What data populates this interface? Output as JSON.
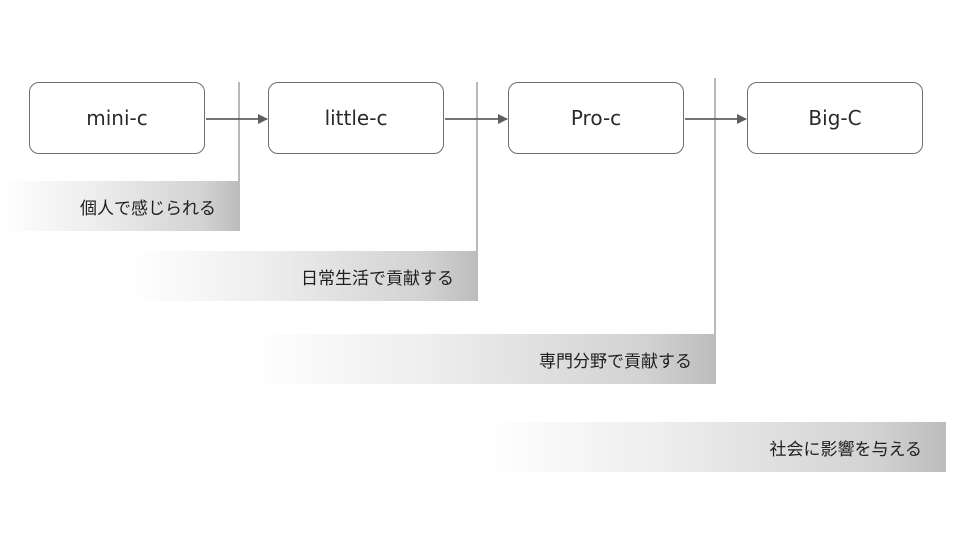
{
  "stages": [
    {
      "label": "mini-c"
    },
    {
      "label": "little-c"
    },
    {
      "label": "Pro-c"
    },
    {
      "label": "Big-C"
    }
  ],
  "descriptions": [
    {
      "text": "個人で感じられる"
    },
    {
      "text": "日常生活で貢献する"
    },
    {
      "text": "専門分野で貢献する"
    },
    {
      "text": "社会に影響を与える"
    }
  ],
  "colors": {
    "box_border": "#6e6e6e",
    "arrow": "#5f5f5f",
    "divider": "#b9b9b9",
    "band_end": "#bcbcbc"
  }
}
